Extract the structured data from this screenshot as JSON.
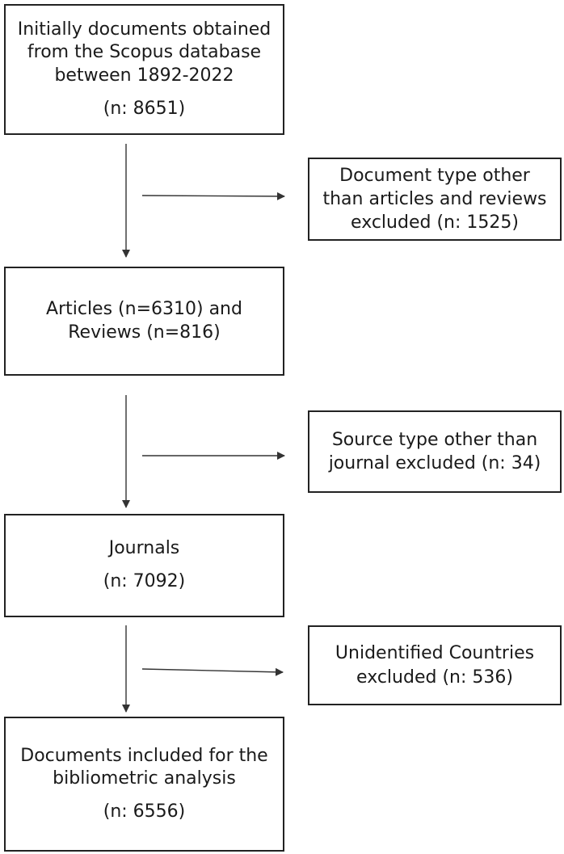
{
  "main_boxes": {
    "initial": {
      "lines": [
        "Initially documents obtained",
        "from the Scopus database",
        "between 1892-2022"
      ],
      "count": "(n: 8651)"
    },
    "articles": {
      "lines": [
        "Articles (n=6310) and",
        "Reviews (n=816)"
      ]
    },
    "journals": {
      "lines": [
        "Journals"
      ],
      "count": "(n: 7092)"
    },
    "final": {
      "lines": [
        "Documents included for the",
        "bibliometric analysis"
      ],
      "count": "(n: 6556)"
    }
  },
  "exclusion_boxes": {
    "document_type": {
      "lines": [
        "Document type other",
        "than articles and reviews",
        "excluded (n: 1525)"
      ]
    },
    "source_type": {
      "lines": [
        "Source type other than",
        "journal excluded (n: 34)"
      ]
    },
    "countries": {
      "lines": [
        "Unidentified Countries",
        "excluded (n: 536)"
      ]
    }
  },
  "colors": {
    "border": "#222222",
    "arrow": "#333333",
    "text": "#1a1a1a",
    "background": "#ffffff"
  }
}
